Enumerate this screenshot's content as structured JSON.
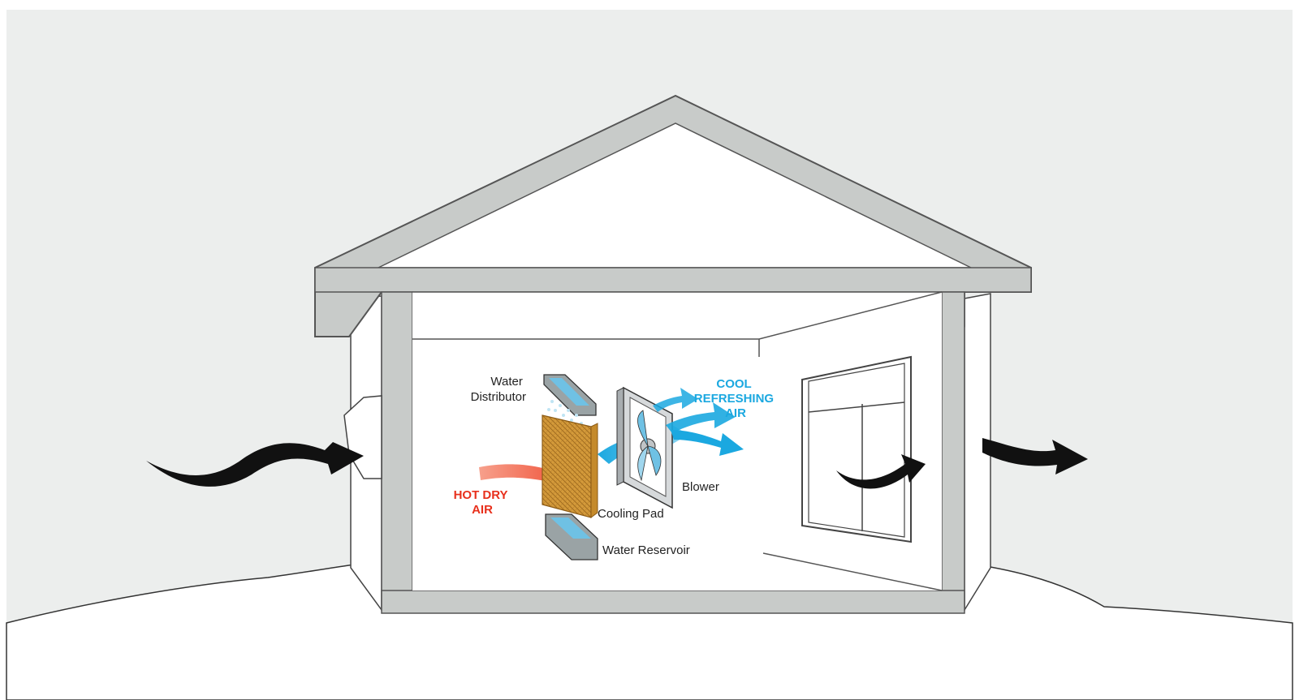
{
  "labels": {
    "water_distributor": [
      "Water",
      "Distributor"
    ],
    "hot_dry_air": [
      "HOT DRY",
      "AIR"
    ],
    "cooling_pad": "Cooling Pad",
    "water_reservoir": "Water Reservoir",
    "blower": "Blower",
    "cool_refreshing_air": [
      "COOL",
      "REFRESHING",
      "AIR"
    ]
  },
  "colors": {
    "hot_air": "#e8301c",
    "cool_air": "#1ba8e0",
    "house_frame": "#c8cbc9",
    "background": "#eceeed",
    "cooling_pad": "#d49a3a"
  }
}
